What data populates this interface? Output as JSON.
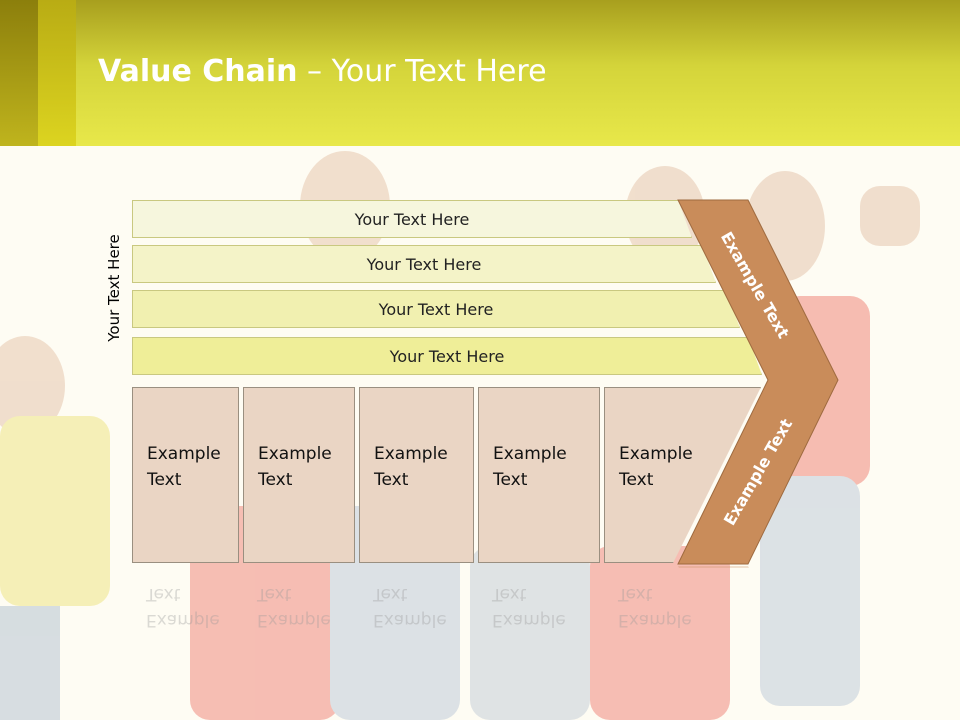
{
  "header": {
    "title_bold": "Value Chain",
    "title_rest": " – Your Text Here"
  },
  "side_label": "Your Text Here",
  "bars": [
    {
      "label": "Your Text Here",
      "color": "#f6f6dd"
    },
    {
      "label": "Your Text Here",
      "color": "#f4f3c8"
    },
    {
      "label": "Your Text Here",
      "color": "#f1f0b0"
    },
    {
      "label": "Your Text Here",
      "color": "#efee98"
    }
  ],
  "boxes": [
    {
      "label": "Example Text"
    },
    {
      "label": "Example Text"
    },
    {
      "label": "Example Text"
    },
    {
      "label": "Example Text"
    },
    {
      "label": "Example Text"
    }
  ],
  "chevron": {
    "top_label": "Example Text",
    "bottom_label": "Example Text",
    "color": "#c98c5a"
  }
}
